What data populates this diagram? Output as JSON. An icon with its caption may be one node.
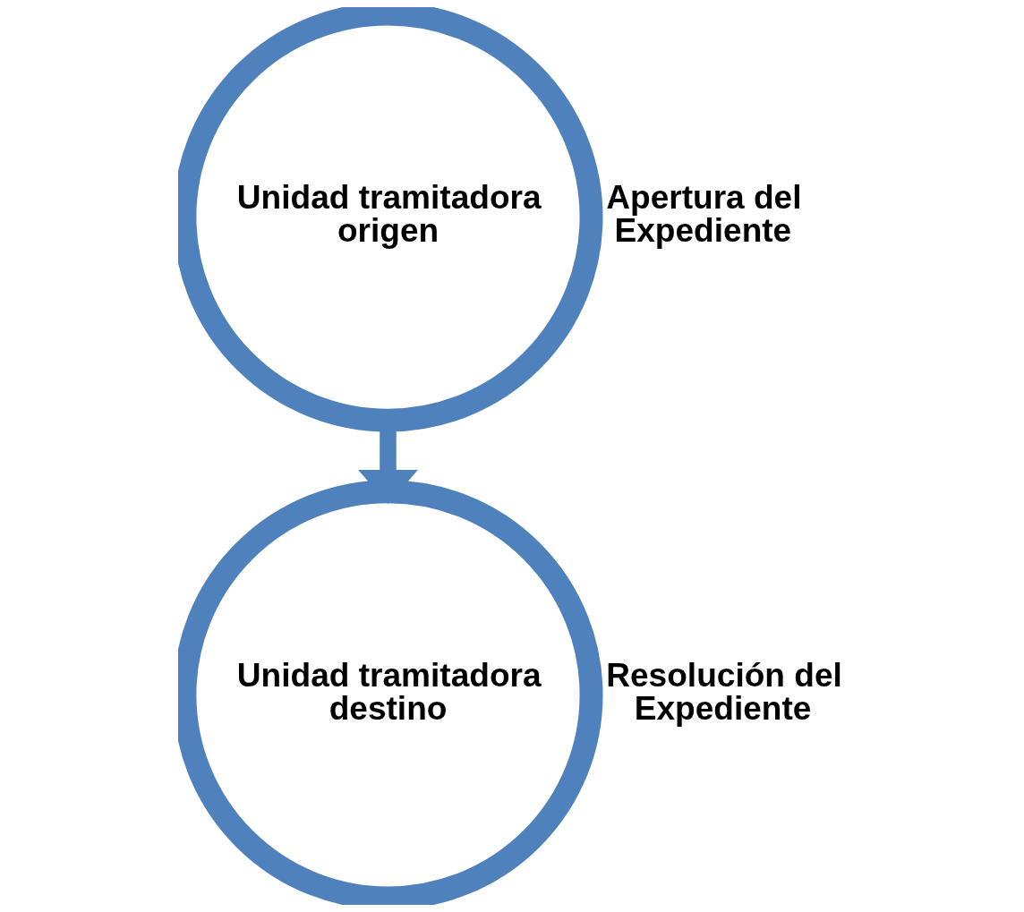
{
  "diagram": {
    "nodes": [
      {
        "text": [
          "Unidad tramitadora origen"
        ],
        "beside": [
          "Apertura del Expediente"
        ]
      },
      {
        "text": [
          "Unidad tramitadora destino"
        ],
        "beside": [
          "Resolución del Expediente"
        ]
      }
    ],
    "edges": [
      {
        "from": 0,
        "to": 1,
        "arrow": "to"
      }
    ]
  }
}
